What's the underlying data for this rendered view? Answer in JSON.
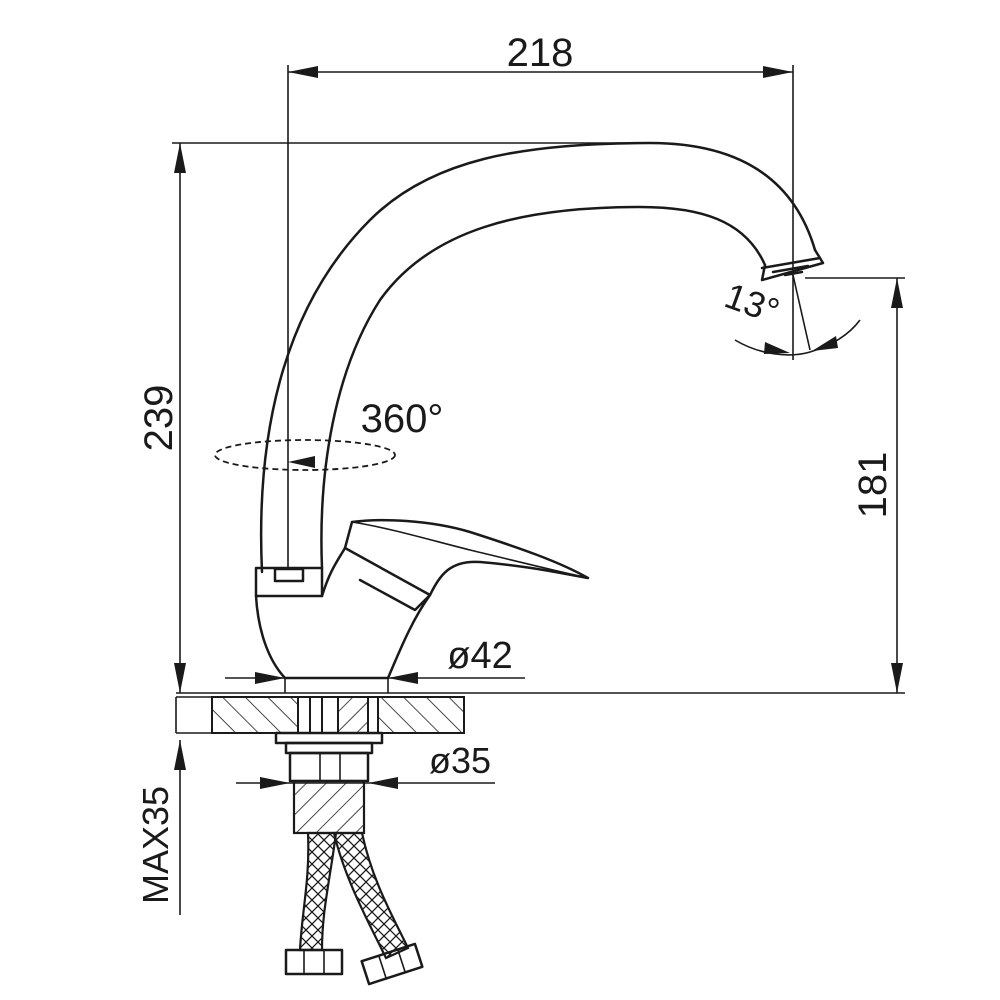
{
  "dimensions": {
    "top_width": "218",
    "total_height": "239",
    "spout_height": "181",
    "swivel_angle": "360°",
    "aerator_angle": "13°",
    "base_diameter": "ø42",
    "shank_diameter": "ø35",
    "max_counter_thickness": "MAX35"
  }
}
